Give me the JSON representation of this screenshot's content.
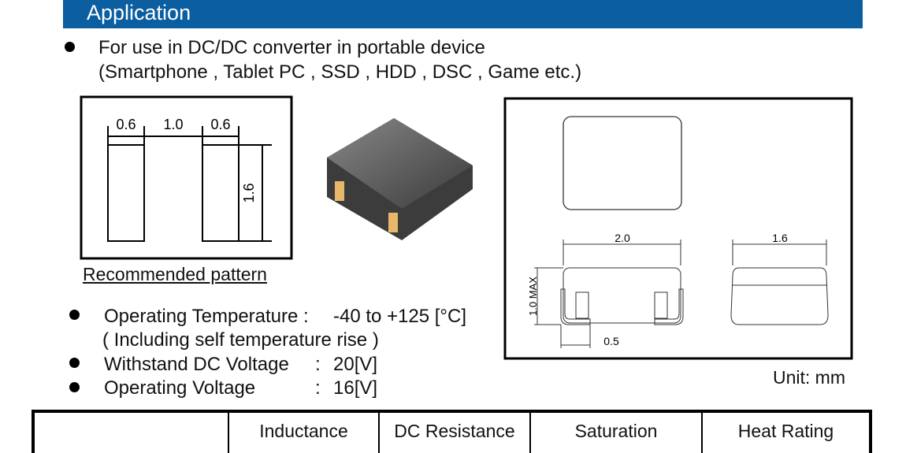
{
  "header": {
    "title": "Application"
  },
  "application": {
    "line1": "For use in DC/DC converter in portable device",
    "line2": "(Smartphone , Tablet PC , SSD , HDD , DSC , Game etc.)"
  },
  "pattern": {
    "dim_left": "0.6",
    "dim_gap": "1.0",
    "dim_right": "0.6",
    "dim_height": "1.6",
    "caption": "Recommended pattern"
  },
  "specs": [
    {
      "label": "Operating Temperature :",
      "value": "-40 to +125 [°C]",
      "note": "( Including self temperature rise )"
    },
    {
      "label": "Withstand DC Voltage",
      "sep": ":",
      "value": "20[V]"
    },
    {
      "label": "Operating Voltage",
      "sep": ":",
      "value": "16[V]"
    }
  ],
  "drawing": {
    "width": "2.0",
    "depth": "1.6",
    "height": "1.0 MAX",
    "terminal": "0.5",
    "unit": "Unit: mm"
  },
  "table": {
    "headers": [
      "",
      "Inductance",
      "DC Resistance",
      "Saturation",
      "Heat Rating"
    ]
  }
}
